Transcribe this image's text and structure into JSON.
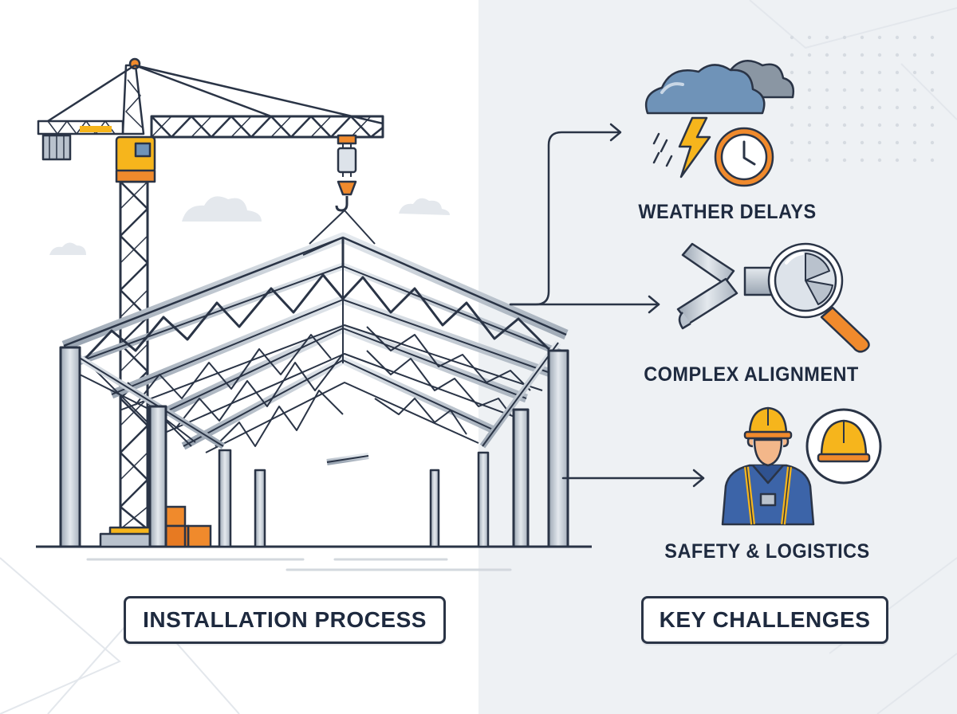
{
  "left_panel": {
    "label": "INSTALLATION PROCESS"
  },
  "right_panel": {
    "label": "KEY CHALLENGES",
    "challenges": [
      {
        "label": "WEATHER DELAYS",
        "icon": "storm-cloud-clock-icon"
      },
      {
        "label": "COMPLEX ALIGNMENT",
        "icon": "beam-magnifier-icon"
      },
      {
        "label": "SAFETY & LOGISTICS",
        "icon": "worker-hardhat-icon"
      }
    ]
  },
  "colors": {
    "outline": "#2a3446",
    "steel": "#b9c2cd",
    "steel_light": "#dde3ea",
    "accent_orange": "#f08a2c",
    "accent_yellow": "#f6b51c",
    "cloud_blue": "#6f93b8",
    "cloud_gray": "#8a96a3",
    "worker_blue": "#3c64a8",
    "panel_right_bg": "#eef1f4"
  }
}
